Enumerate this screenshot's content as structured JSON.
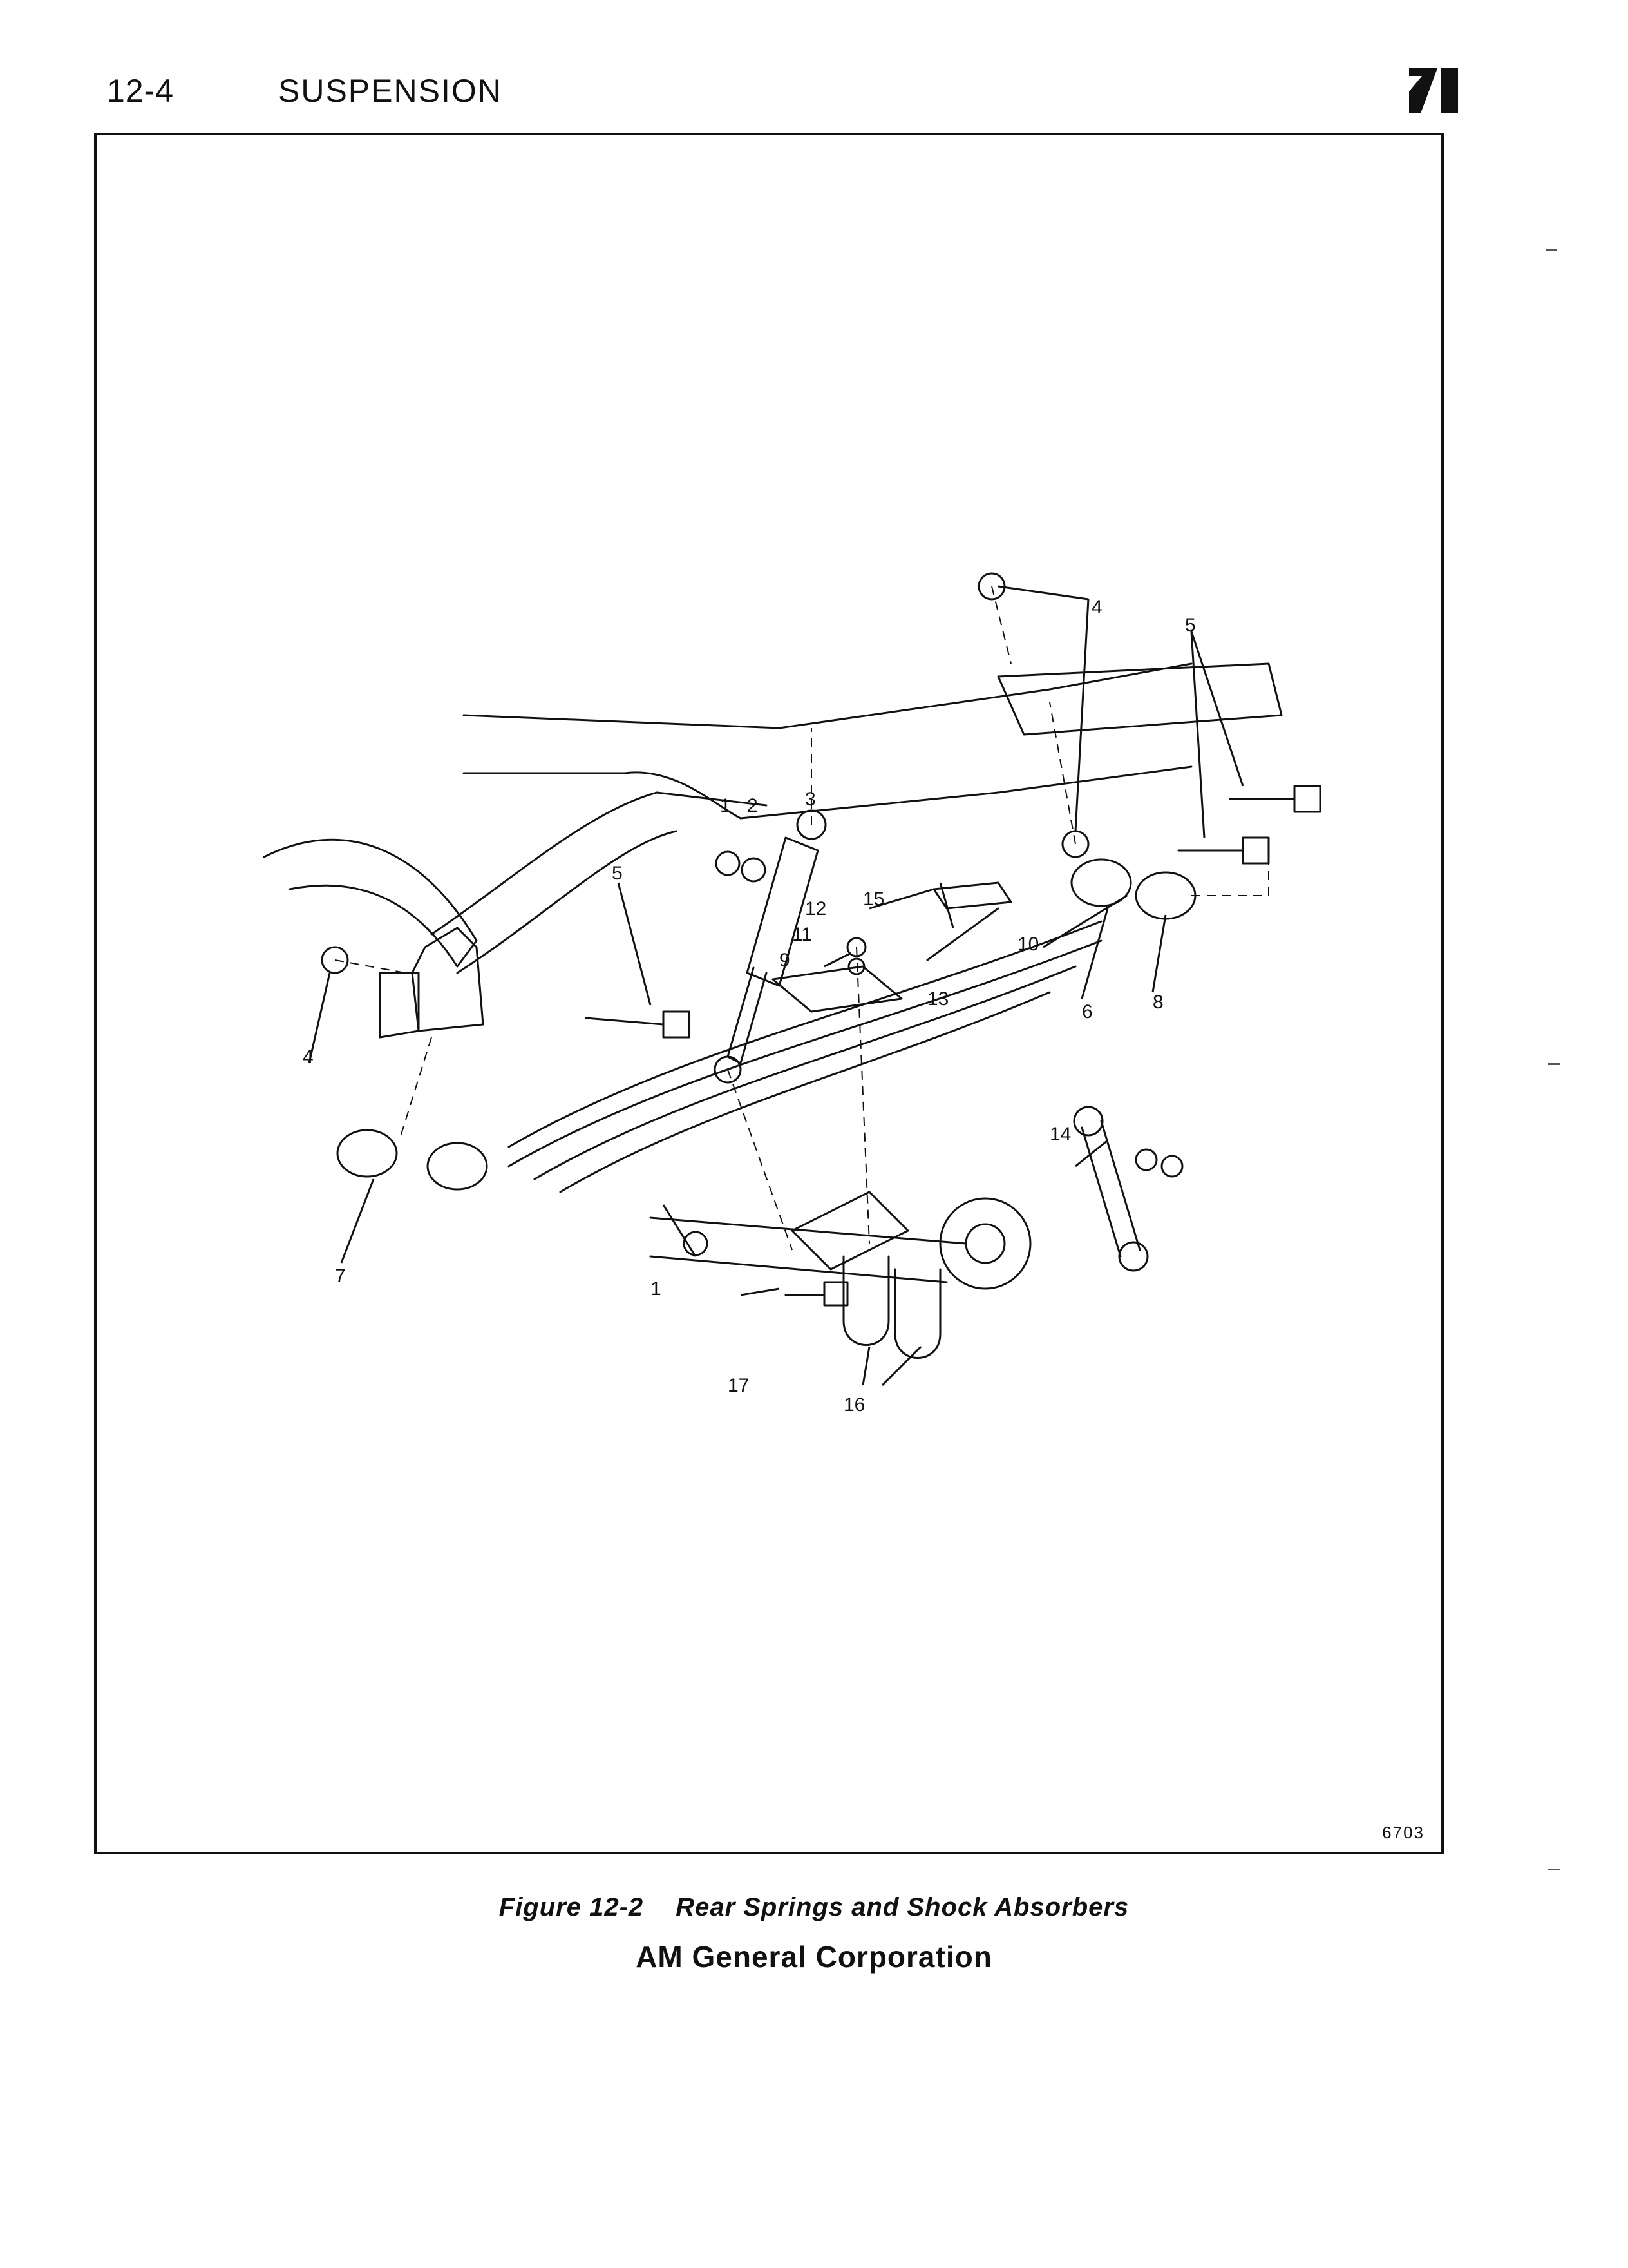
{
  "header": {
    "page_number": "12-4",
    "section_title": "SUSPENSION",
    "logo_icon": "publisher-logo-icon"
  },
  "figure": {
    "drawing_number": "6703",
    "caption_label": "Figure 12-2",
    "caption_text": "Rear Springs and Shock Absorbers",
    "callouts": [
      "1",
      "1",
      "2",
      "3",
      "4",
      "4",
      "5",
      "5",
      "6",
      "7",
      "8",
      "9",
      "10",
      "11",
      "12",
      "13",
      "14",
      "15",
      "16",
      "17"
    ]
  },
  "footer": {
    "company": "AM General Corporation"
  },
  "colors": {
    "ink": "#111111",
    "paper": "#ffffff"
  }
}
